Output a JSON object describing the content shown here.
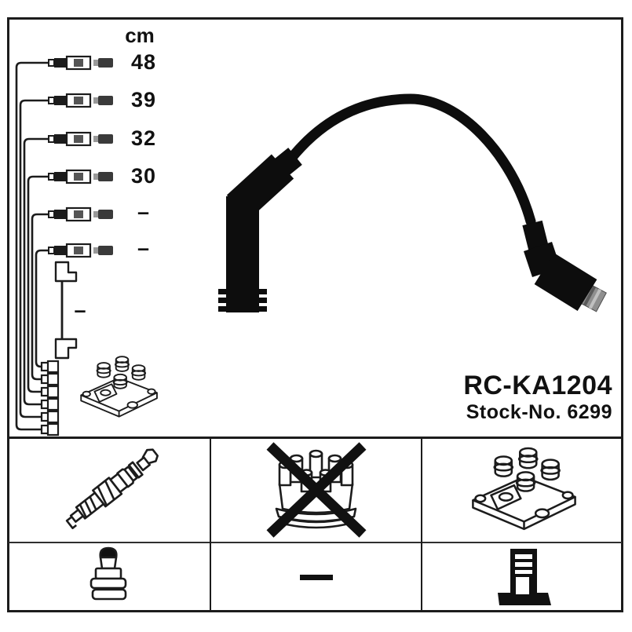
{
  "product": {
    "part_number": "RC-KA1204",
    "stock_no": "Stock-No. 6299"
  },
  "length_table": {
    "unit_header": "cm",
    "cables": [
      {
        "label": "48"
      },
      {
        "label": "39"
      },
      {
        "label": "32"
      },
      {
        "label": "30"
      },
      {
        "label": "–"
      },
      {
        "label": "–"
      }
    ],
    "coil_lead_label": "–"
  },
  "kit_diagram": {
    "cable_count": 6,
    "items": [
      "spark-plug-lead-icon",
      "coil-lead-icon",
      "ignition-coil-icon"
    ]
  },
  "footer_cells": [
    {
      "icon": "spark-plug-icon",
      "crossed_out": false
    },
    {
      "icon": "distributor-cap-icon",
      "crossed_out": true
    },
    {
      "icon": "ignition-coil-icon",
      "crossed_out": false
    },
    {
      "icon": "coil-tower-connector-icon",
      "crossed_out": false
    },
    {
      "icon": "dash-icon",
      "crossed_out": false
    },
    {
      "icon": "terminal-stud-icon",
      "crossed_out": false
    }
  ],
  "colors": {
    "line": "#1c1c1c",
    "background": "#ffffff",
    "cable_black": "#0d0d0d",
    "metal_tip": "#8f8f8f"
  }
}
